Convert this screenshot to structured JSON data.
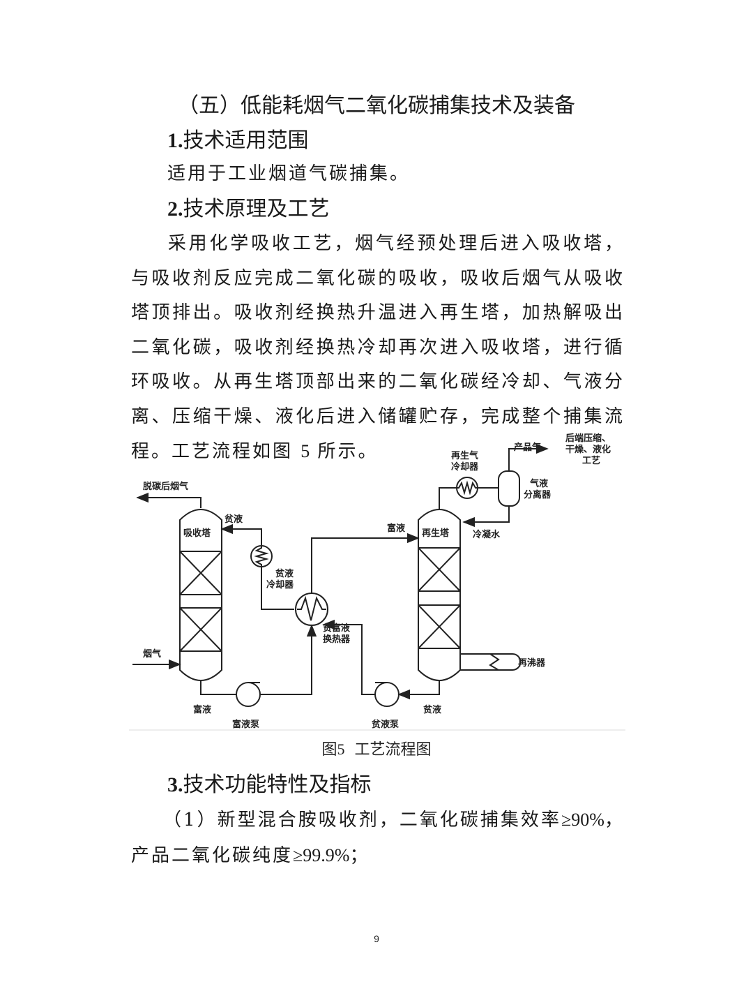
{
  "title": "（五）低能耗烟气二氧化碳捕集技术及装备",
  "section1": {
    "num": "1.",
    "heading": "技术适用范围",
    "text": "适用于工业烟道气碳捕集。"
  },
  "section2": {
    "num": "2.",
    "heading": "技术原理及工艺",
    "text_a": "采用化学吸收工艺，烟气经预处理后进入吸收塔，与吸收剂反应完成二氧化碳的吸收，吸收后烟气从吸收塔顶排出。吸收剂经换热升温进入再生塔，加热解吸出二氧化碳，吸收剂经换热冷却再次进入吸收塔，进行循环吸收。从再生塔顶部出来的二氧化碳经冷却、气液分离、压缩干燥、液化后进入储罐贮存，完成整个捕集流程。工艺流程如图",
    "text_num": "5",
    "text_b": "所示。"
  },
  "diagram": {
    "labels": {
      "flue_out": "脱碳后烟气",
      "absorber": "吸收塔",
      "lean_top": "贫液",
      "lean_cooler_1": "贫液",
      "lean_cooler_2": "冷却器",
      "hx_1": "贫富液",
      "hx_2": "换热器",
      "flue_in": "烟气",
      "rich_bottom": "富液",
      "rich_pump": "富液泵",
      "regen": "再生塔",
      "rich_top": "富液",
      "cooler_1": "再生气",
      "cooler_2": "冷却器",
      "product": "产品气",
      "post_1": "后端压缩、",
      "post_2": "干燥、液化",
      "post_3": "工艺",
      "sep_1": "气液",
      "sep_2": "分离器",
      "condensate": "冷凝水",
      "reboiler": "再沸器",
      "lean_bottom": "贫液",
      "lean_pump": "贫液泵"
    }
  },
  "caption": {
    "prefix": "图",
    "num": "5",
    "text": "工艺流程图"
  },
  "section3": {
    "num": "3.",
    "heading": "技术功能特性及指标",
    "p1_a": "（1）新型混合胺吸收剂，二氧化碳捕集效率",
    "p1_ge1": "≥90%",
    "p1_b": "，产品二氧化碳纯度",
    "p1_ge2": "≥99.9%",
    "p1_c": "；"
  },
  "page_number": "9"
}
